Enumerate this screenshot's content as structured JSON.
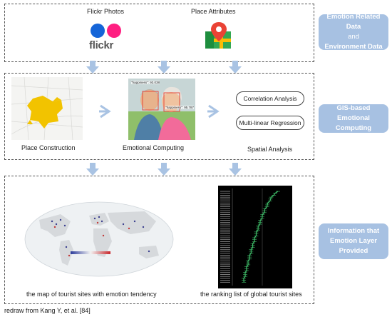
{
  "stage1": {
    "sources": [
      {
        "label": "Flickr Photos",
        "logo_text": "flickr",
        "icon": "flickr-logo-icon"
      },
      {
        "label": "Place Attributes",
        "icon": "map-pin-icon"
      }
    ],
    "side_label": {
      "line1": "Emotion Related Data",
      "line2": "and",
      "line3": "Environment Data"
    }
  },
  "stage2": {
    "place_construction": "Place Construction",
    "emotional_computing": "Emotional Computing",
    "spatial_analysis": "Spatial Analysis",
    "methods": [
      "Correlation Analysis",
      "Multi-linear Regression"
    ],
    "face_labels": [
      "\"happiness\": 93.038",
      "\"happiness\": 95.787"
    ],
    "side_label": {
      "line1": "GIS-based Emotional",
      "line2": "Computing"
    }
  },
  "stage3": {
    "map_caption": "the map of tourist sites with emotion tendency",
    "ranking_caption": "the ranking list of global tourist sites",
    "side_label": {
      "line1": "Information that",
      "line2": "Emotion Layer",
      "line3": "Provided"
    }
  },
  "footer": "redraw from Kang Y, et al. [84]",
  "colors": {
    "accent": "#a7c1e2",
    "arrow": "#a9c3e3",
    "flickr_blue": "#1565d8",
    "flickr_pink": "#ff1f81",
    "place_yellow": "#f2c300",
    "ranking_green": "#3fbf6a"
  }
}
